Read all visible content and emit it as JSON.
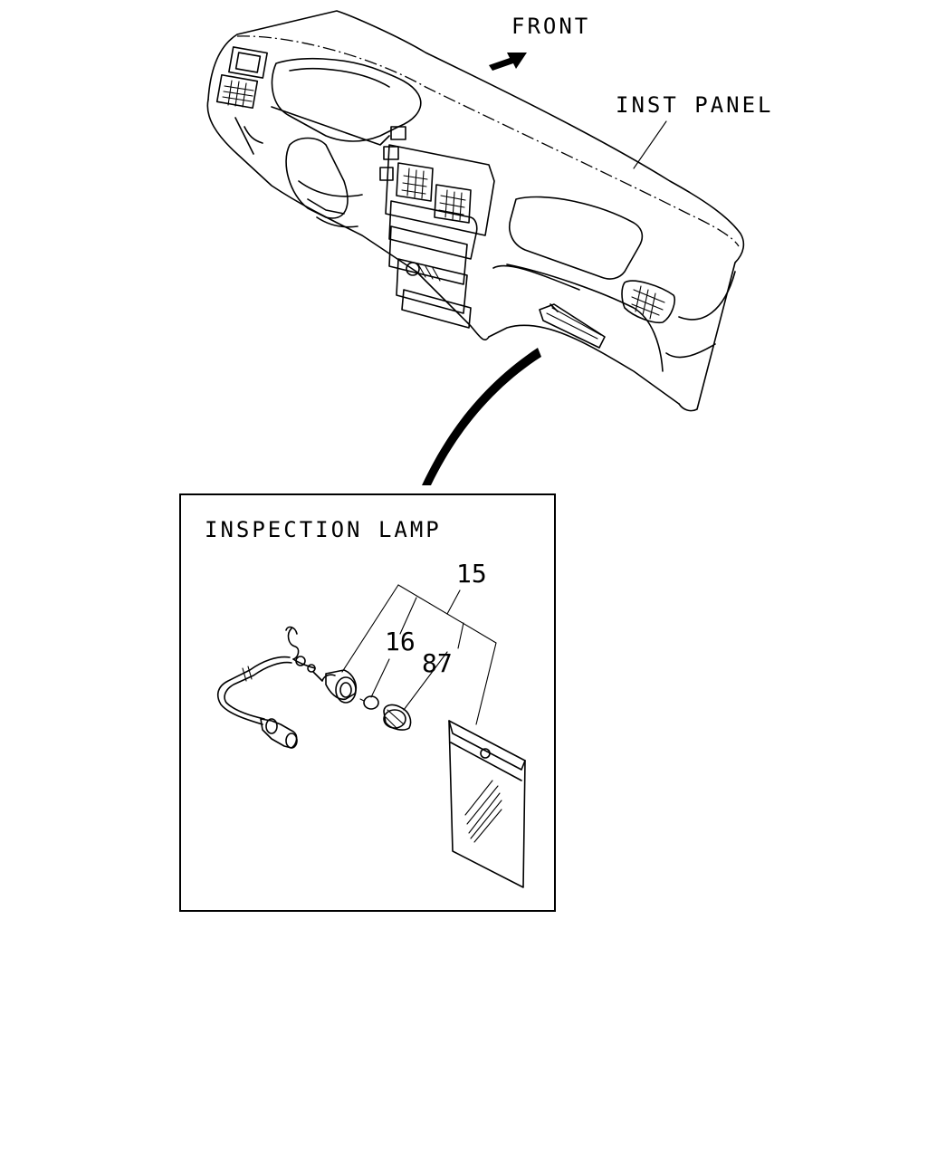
{
  "labels": {
    "front": "FRONT",
    "inst_panel": "INST PANEL",
    "inspection_lamp": "INSPECTION LAMP"
  },
  "callouts": {
    "lamp_assembly": "15",
    "bulb": "16",
    "socket": "87"
  }
}
